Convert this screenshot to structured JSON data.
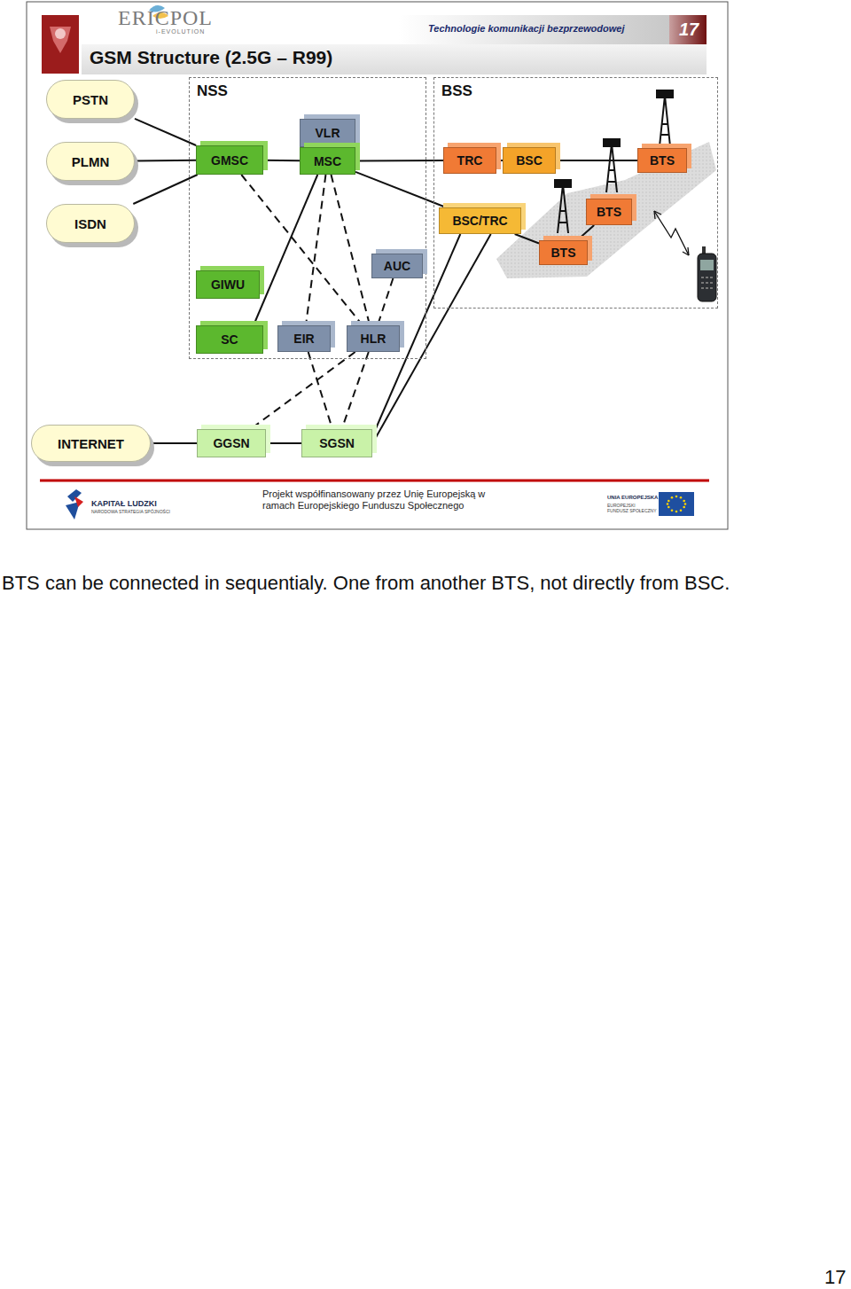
{
  "diagram": {
    "title": "GSM Structure (2.5G – R99)",
    "caption": "BTS can be connected in sequentialy. One from another BTS, not directly from BSC.",
    "nodes": [
      {
        "text": [
          "PSTN"
        ]
      },
      {
        "text": [
          "NSS"
        ]
      },
      {
        "text": [
          "BSS"
        ]
      },
      {
        "text": [
          "PLMN"
        ]
      },
      {
        "text": [
          "GMSC"
        ],
        "in": 1
      },
      {
        "text": [
          "VLR"
        ],
        "in": 1
      },
      {
        "text": [
          "MSC"
        ],
        "in": 1
      },
      {
        "text": [
          "TRC"
        ],
        "in": 2
      },
      {
        "text": [
          "BSC"
        ],
        "in": 2
      },
      {
        "text": [
          "BTS"
        ],
        "in": 2
      },
      {
        "text": [
          "ISDN"
        ]
      },
      {
        "text": [
          "BSC/TRC"
        ],
        "in": 2
      },
      {
        "text": [
          "BTS"
        ],
        "in": 2
      },
      {
        "text": [
          "AUC"
        ],
        "in": 1
      },
      {
        "text": [
          "BTS"
        ],
        "in": 2
      },
      {
        "text": [
          "GIWU"
        ],
        "in": 1
      },
      {
        "text": [
          "SC"
        ],
        "in": 1
      },
      {
        "text": [
          "EIR"
        ],
        "in": 1
      },
      {
        "text": [
          "HLR"
        ],
        "in": 1
      },
      {
        "text": [
          "INTERNET"
        ]
      },
      {
        "text": [
          "GGSN"
        ]
      },
      {
        "text": [
          "SGSN"
        ]
      }
    ],
    "edges": [
      {
        "from": 0,
        "to": 4,
        "arrow": "none"
      },
      {
        "from": 3,
        "to": 4,
        "arrow": "none"
      },
      {
        "from": 10,
        "to": 4,
        "arrow": "none"
      },
      {
        "from": 4,
        "to": 6,
        "arrow": "none"
      },
      {
        "from": 6,
        "to": 7,
        "arrow": "none"
      },
      {
        "from": 7,
        "to": 8,
        "arrow": "none"
      },
      {
        "from": 8,
        "to": 9,
        "arrow": "none"
      },
      {
        "from": 6,
        "to": 11,
        "arrow": "none"
      },
      {
        "from": 11,
        "to": 14,
        "arrow": "none"
      },
      {
        "from": 14,
        "to": 12,
        "arrow": "none"
      },
      {
        "from": 6,
        "to": 16,
        "arrow": "none"
      },
      {
        "from": 4,
        "to": 18,
        "arrow": "none"
      },
      {
        "from": 6,
        "to": 18,
        "arrow": "none"
      },
      {
        "from": 6,
        "to": 17,
        "arrow": "none"
      },
      {
        "from": 13,
        "to": 18,
        "arrow": "none"
      },
      {
        "from": 17,
        "to": 21,
        "arrow": "none"
      },
      {
        "from": 18,
        "to": 20,
        "arrow": "none"
      },
      {
        "from": 18,
        "to": 21,
        "arrow": "none"
      },
      {
        "from": 19,
        "to": 20,
        "arrow": "none"
      },
      {
        "from": 20,
        "to": 21,
        "arrow": "none"
      },
      {
        "from": 21,
        "to": 11,
        "arrow": "none"
      },
      {
        "from": 21,
        "to": 11,
        "arrow": "none"
      }
    ],
    "labels": [
      "ERICPOL",
      "i-EVOLUTION",
      "Technologie komunikacji bezprzewodowej",
      "17",
      "Projekt współfinansowany przez Unię Europejską w ramach Europejskiego Funduszu Społecznego",
      "KAPITAŁ LUDZKI",
      "NARODOWA STRATEGIA SPÓJNOŚCI",
      "UNIA EUROPEJSKA",
      "EUROPEJSKI FUNDUSZ SPOŁECZNY",
      "17"
    ]
  }
}
